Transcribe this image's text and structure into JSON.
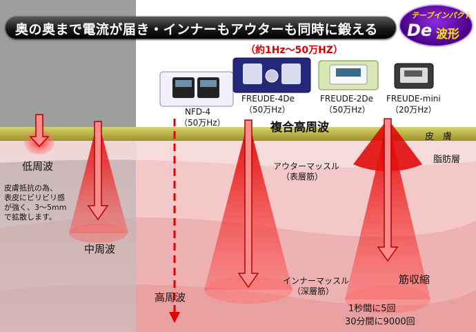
{
  "title": "奥の奥まで電流が届き・インナーもアウターも同時に鍛える",
  "badge": {
    "line1": "テーブインパクト",
    "line2": "De",
    "line3": "波形"
  },
  "range_note": "（約1Hz～50万HZ）",
  "devices": [
    {
      "name": "NFD-4",
      "freq": "（50万Hz）"
    },
    {
      "name": "FREUDE-4De",
      "freq": "（50万Hz）"
    },
    {
      "name": "FREUDE-2De",
      "freq": "（50万Hz）"
    },
    {
      "name": "FREUDE-mini",
      "freq": "（20万Hz）"
    }
  ],
  "composite_wave": "複合高周波",
  "layers": {
    "skin": "皮　膚",
    "fat": "脂肪層"
  },
  "low_wave": {
    "label": "低周波",
    "note": [
      "皮膚抵抗の為、",
      "表皮にビリビリ感",
      "が強く、3～5mm",
      "で拡散します。"
    ]
  },
  "mid_wave": "中周波",
  "high_wave": "高周波",
  "outer_muscle": {
    "line1": "アウターマッスル",
    "line2": "（表層筋）"
  },
  "inner_muscle": {
    "line1": "インナーマッスル",
    "line2": "（深層筋）"
  },
  "contraction": "筋収縮",
  "rate": {
    "line1": "1秒間に5回",
    "line2": "30分間に9000回"
  },
  "colors": {
    "red": "#e00000",
    "skin_band": "#b9b23c",
    "gray_panel": "#9a9a9a",
    "badge_purple": "#6a1bb0"
  }
}
